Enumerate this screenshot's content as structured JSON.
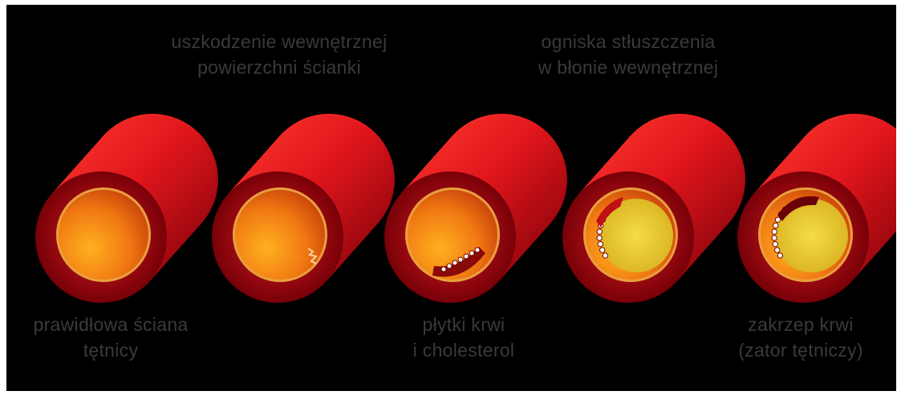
{
  "top_labels": [
    {
      "line1": "uszkodzenie wewnętrznej",
      "line2": "powierzchni ścianki"
    },
    {
      "line1": "ogniska stłuszczenia",
      "line2": "w błonie wewnętrznej"
    }
  ],
  "bottom_labels": [
    {
      "line1": "prawidłowa ściana",
      "line2": "tętnicy"
    },
    {
      "line1": "płytki krwi",
      "line2": "i cholesterol"
    },
    {
      "line1": "zakrzep krwi",
      "line2": "(zator tętniczy)"
    }
  ],
  "colors": {
    "background": "#000000",
    "artery_outer": "#d4141a",
    "artery_wall": "#8b0a0e",
    "lumen": "#f08a10",
    "plaque": "#e8c832",
    "clot": "#6a0008",
    "label_text": "#3a3a3a"
  }
}
